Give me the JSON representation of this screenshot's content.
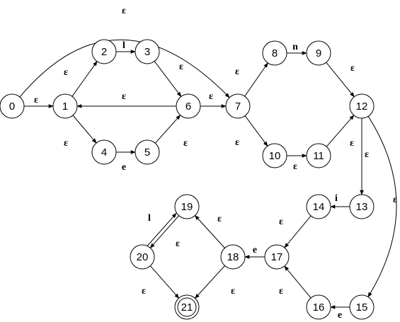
{
  "states": [
    {
      "id": "0"
    },
    {
      "id": "1"
    },
    {
      "id": "2"
    },
    {
      "id": "3"
    },
    {
      "id": "4"
    },
    {
      "id": "5"
    },
    {
      "id": "6"
    },
    {
      "id": "7"
    },
    {
      "id": "8"
    },
    {
      "id": "9"
    },
    {
      "id": "10"
    },
    {
      "id": "11"
    },
    {
      "id": "12"
    },
    {
      "id": "13"
    },
    {
      "id": "14"
    },
    {
      "id": "15"
    },
    {
      "id": "16"
    },
    {
      "id": "17"
    },
    {
      "id": "18"
    },
    {
      "id": "19"
    },
    {
      "id": "20"
    },
    {
      "id": "21",
      "accepting": true
    }
  ],
  "transitions": [
    {
      "from": "0",
      "to": "1",
      "label": "ε"
    },
    {
      "from": "0",
      "to": "7",
      "label": "ε"
    },
    {
      "from": "1",
      "to": "2",
      "label": "ε"
    },
    {
      "from": "1",
      "to": "4",
      "label": "ε"
    },
    {
      "from": "2",
      "to": "3",
      "label": "l"
    },
    {
      "from": "4",
      "to": "5",
      "label": "e"
    },
    {
      "from": "3",
      "to": "6",
      "label": "ε"
    },
    {
      "from": "5",
      "to": "6",
      "label": "ε"
    },
    {
      "from": "6",
      "to": "1",
      "label": "ε"
    },
    {
      "from": "6",
      "to": "7",
      "label": "ε"
    },
    {
      "from": "7",
      "to": "8",
      "label": "ε"
    },
    {
      "from": "7",
      "to": "10",
      "label": "ε"
    },
    {
      "from": "8",
      "to": "9",
      "label": "n"
    },
    {
      "from": "10",
      "to": "11",
      "label": "ε"
    },
    {
      "from": "9",
      "to": "12",
      "label": "ε"
    },
    {
      "from": "11",
      "to": "12",
      "label": "ε"
    },
    {
      "from": "12",
      "to": "13",
      "label": "ε"
    },
    {
      "from": "12",
      "to": "15",
      "label": "ε"
    },
    {
      "from": "13",
      "to": "14",
      "label": "i"
    },
    {
      "from": "14",
      "to": "17",
      "label": "ε"
    },
    {
      "from": "15",
      "to": "16",
      "label": "e"
    },
    {
      "from": "16",
      "to": "17",
      "label": "ε"
    },
    {
      "from": "17",
      "to": "18",
      "label": "e"
    },
    {
      "from": "18",
      "to": "19",
      "label": "ε"
    },
    {
      "from": "18",
      "to": "21",
      "label": "ε"
    },
    {
      "from": "19",
      "to": "20",
      "label": "l"
    },
    {
      "from": "20",
      "to": "19",
      "label": "ε"
    },
    {
      "from": "20",
      "to": "21",
      "label": "ε"
    }
  ]
}
